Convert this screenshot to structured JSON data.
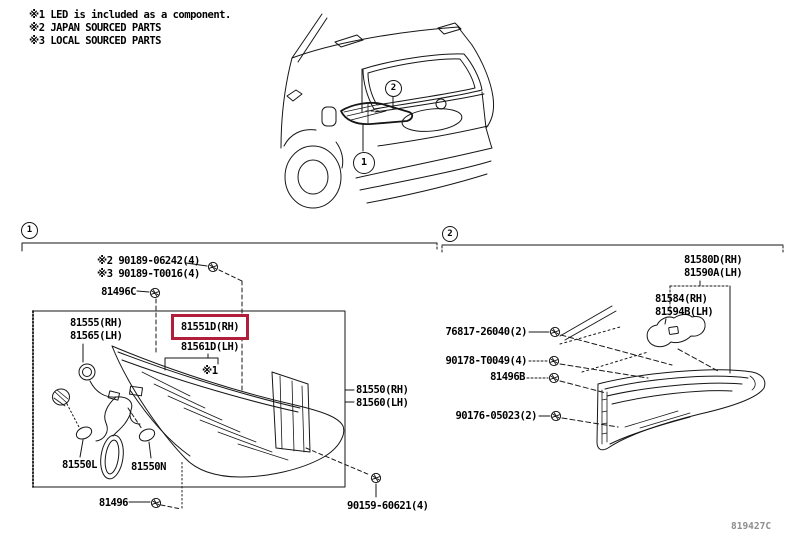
{
  "notes": {
    "line1": "※1 LED is included as a component.",
    "line2": "※2 JAPAN SOURCED PARTS",
    "line3": "※3 LOCAL SOURCED PARTS"
  },
  "car": {
    "callout_inner_lamp": "2",
    "callout_outer_lamp": "1"
  },
  "section1": {
    "marker": "1",
    "bolt_note_a": "※2 90189-06242(4)",
    "bolt_note_b": "※3 90189-T0016(4)",
    "clip_top": "81496C",
    "socket_rh": "81555(RH)",
    "socket_lh": "81565(LH)",
    "highlight_rh": "81551D(RH)",
    "highlight_lh": "81561D(LH)",
    "led_note": "※1",
    "bulb_left": "81550L",
    "bulb_right": "81550N",
    "assy_rh": "81550(RH)",
    "assy_lh": "81560(LH)",
    "clip_bottom": "81496",
    "screw_bottom": "90159-60621(4)"
  },
  "section2": {
    "marker": "2",
    "assy_rh": "81580D(RH)",
    "assy_lh": "81590A(LH)",
    "bracket_rh": "81584(RH)",
    "bracket_lh": "81594B(LH)",
    "screw_a": "76817-26040(2)",
    "nut_b": "90178-T0049(4)",
    "clip": "81496B",
    "nut_c": "90176-05023(2)"
  },
  "footer": {
    "figure_code": "819427C"
  },
  "colors": {
    "highlight_box": "#b01e3c",
    "linework": "#161616",
    "figure_code_text": "#8d8d8d"
  }
}
